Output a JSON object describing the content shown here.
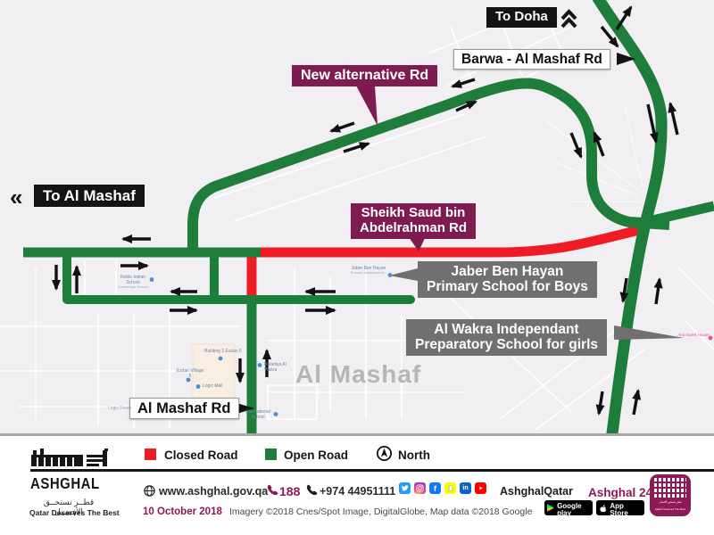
{
  "map": {
    "colors": {
      "open_road": "#1f7d3b",
      "closed_road": "#ee1c25",
      "callout_maroon": "#7e1c51",
      "callout_gray": "#716f71"
    },
    "labels": {
      "to_doha": "To Doha",
      "to_al_mashaf": "To Al Mashaf",
      "barwa_rd": "Barwa - Al Mashaf Rd",
      "new_alternative_rd": "New alternative Rd",
      "sheikh_saud_line1": "Sheikh Saud bin",
      "sheikh_saud_line2": "Abdelrahman Rd",
      "jaber_line1": "Jaber Ben Hayan",
      "jaber_line2": "Primary School for Boys",
      "alwakra_line1": "Al Wakra Independant",
      "alwakra_line2": "Preparatory School for girls",
      "al_mashaf_rd": "Al Mashaf Rd",
      "area_name": "Al Mashaf"
    },
    "poi": [
      {
        "name": "Noble Indian School",
        "sub": "Cambridge School"
      },
      {
        "name": "Jaber Ben Hayan",
        "sub": "Primary Independent..."
      },
      {
        "name": "Building 1 Ezdan 5"
      },
      {
        "name": "Ezdan Village 5"
      },
      {
        "name": "Logic Mall"
      },
      {
        "name": "Logic Fresh"
      },
      {
        "name": "Baladiya Al Wakra"
      },
      {
        "name": "International School"
      },
      {
        "name": "Aira Guest House"
      }
    ]
  },
  "legend": {
    "closed": "Closed Road",
    "open": "Open Road",
    "north": "North",
    "closed_color": "#ee1c25",
    "open_color": "#1f7d3b"
  },
  "footer": {
    "wordmark": "ASHGHAL",
    "arabic_tagline": "قطــر تستحــق الأفضــل",
    "tagline": "Qatar Deserves The Best",
    "website": "www.ashghal.gov.qa",
    "hotline": "188",
    "phone": "+974 44951111",
    "social_handle": "AshghalQatar",
    "service_name": "Ashghal 24/7",
    "date": "10 October 2018",
    "credits": "Imagery ©2018 Cnes/Spot Image, DigitalGlobe, Map data ©2018 Google",
    "facebook_glyph": "f",
    "linkedin_glyph": "in",
    "google_play_top": "ANDROID APP ON",
    "google_play": "Google play",
    "app_store_top": "Available on the",
    "app_store": "App Store",
    "seal_line1": "قطر تستحق الأفضل",
    "seal_line2": "Qatar Deserves The Best"
  }
}
